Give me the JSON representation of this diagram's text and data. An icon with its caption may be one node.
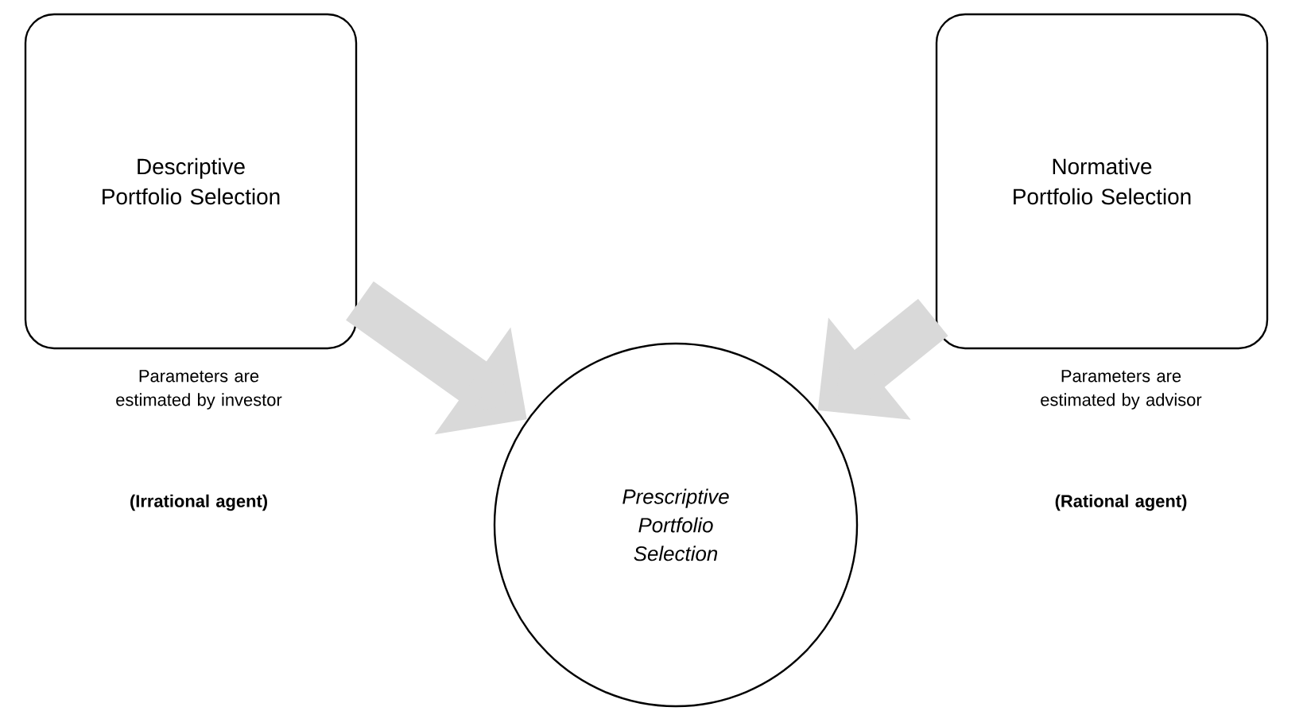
{
  "diagram": {
    "nodes": [
      {
        "text": [
          "Descriptive Portfolio Selection"
        ],
        "beside": [
          "Parameters are estimated by investor"
        ]
      },
      {
        "text": [
          "Normative Portfolio Selection"
        ],
        "beside": [
          "Parameters are estimated by advisor"
        ]
      },
      {
        "text": [
          "Prescriptive Portfolio Selection"
        ]
      }
    ],
    "edges": [
      {
        "from": 0,
        "to": 2,
        "arrow": "to"
      },
      {
        "from": 1,
        "to": 2,
        "arrow": "to"
      }
    ],
    "labels": [
      "(Irrational agent)",
      "(Rational agent)"
    ]
  }
}
